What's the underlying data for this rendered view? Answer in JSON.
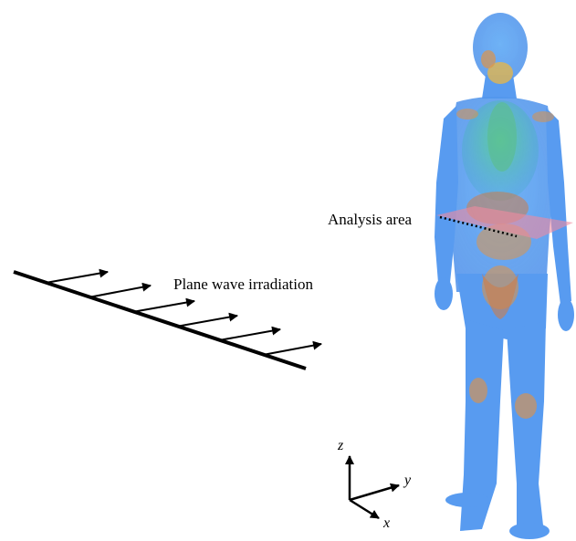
{
  "labels": {
    "wave": "Plane wave irradiation",
    "analysis": "Analysis area"
  },
  "axes": {
    "z": "z",
    "y": "y",
    "x": "x"
  },
  "colors": {
    "body": "#4a93ef",
    "organs_green": "#42c08a",
    "organs_orange": "#d98a3c",
    "analysis_plane": "#f08aa0",
    "line": "#000000"
  },
  "icons": {
    "body": "human-body-phantom",
    "wave": "plane-wave-arrows",
    "axes": "xyz-coordinate-axes"
  }
}
